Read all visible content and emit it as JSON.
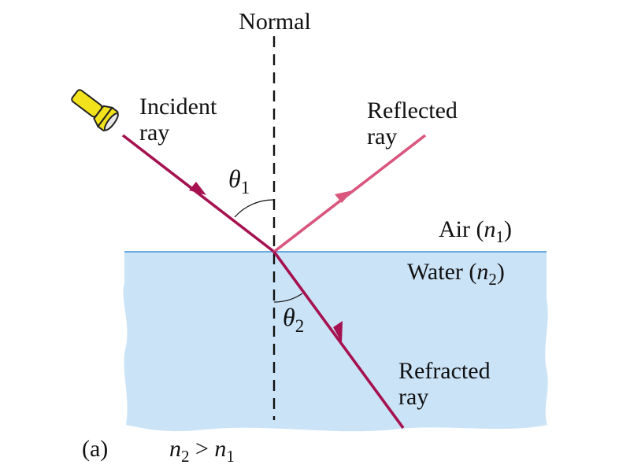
{
  "labels": {
    "normal": "Normal",
    "incident_line1": "Incident",
    "incident_line2": "ray",
    "reflected_line1": "Reflected",
    "reflected_line2": "ray",
    "refracted_line1": "Refracted",
    "refracted_line2": "ray",
    "theta": "θ",
    "theta1_sub": "1",
    "theta2_sub": "2",
    "air": "Air (",
    "air_n": "n",
    "air_sub": "1",
    "air_close": ")",
    "water": "Water (",
    "water_n": "n",
    "water_sub": "2",
    "water_close": ")",
    "panel": "(a)",
    "cond_n_a": "n",
    "cond_sub_a": "2",
    "cond_gt": " > ",
    "cond_n_b": "n",
    "cond_sub_b": "1"
  },
  "colors": {
    "water": "#cbe3f7",
    "surface": "#3b8ed6",
    "incident_ray": "#a5124f",
    "reflected_ray": "#d9567f",
    "refracted_ray": "#a5124f",
    "normal_line": "#111111",
    "flashlight": "#f2e21b"
  },
  "icons": {
    "light_source": "flashlight-icon"
  }
}
